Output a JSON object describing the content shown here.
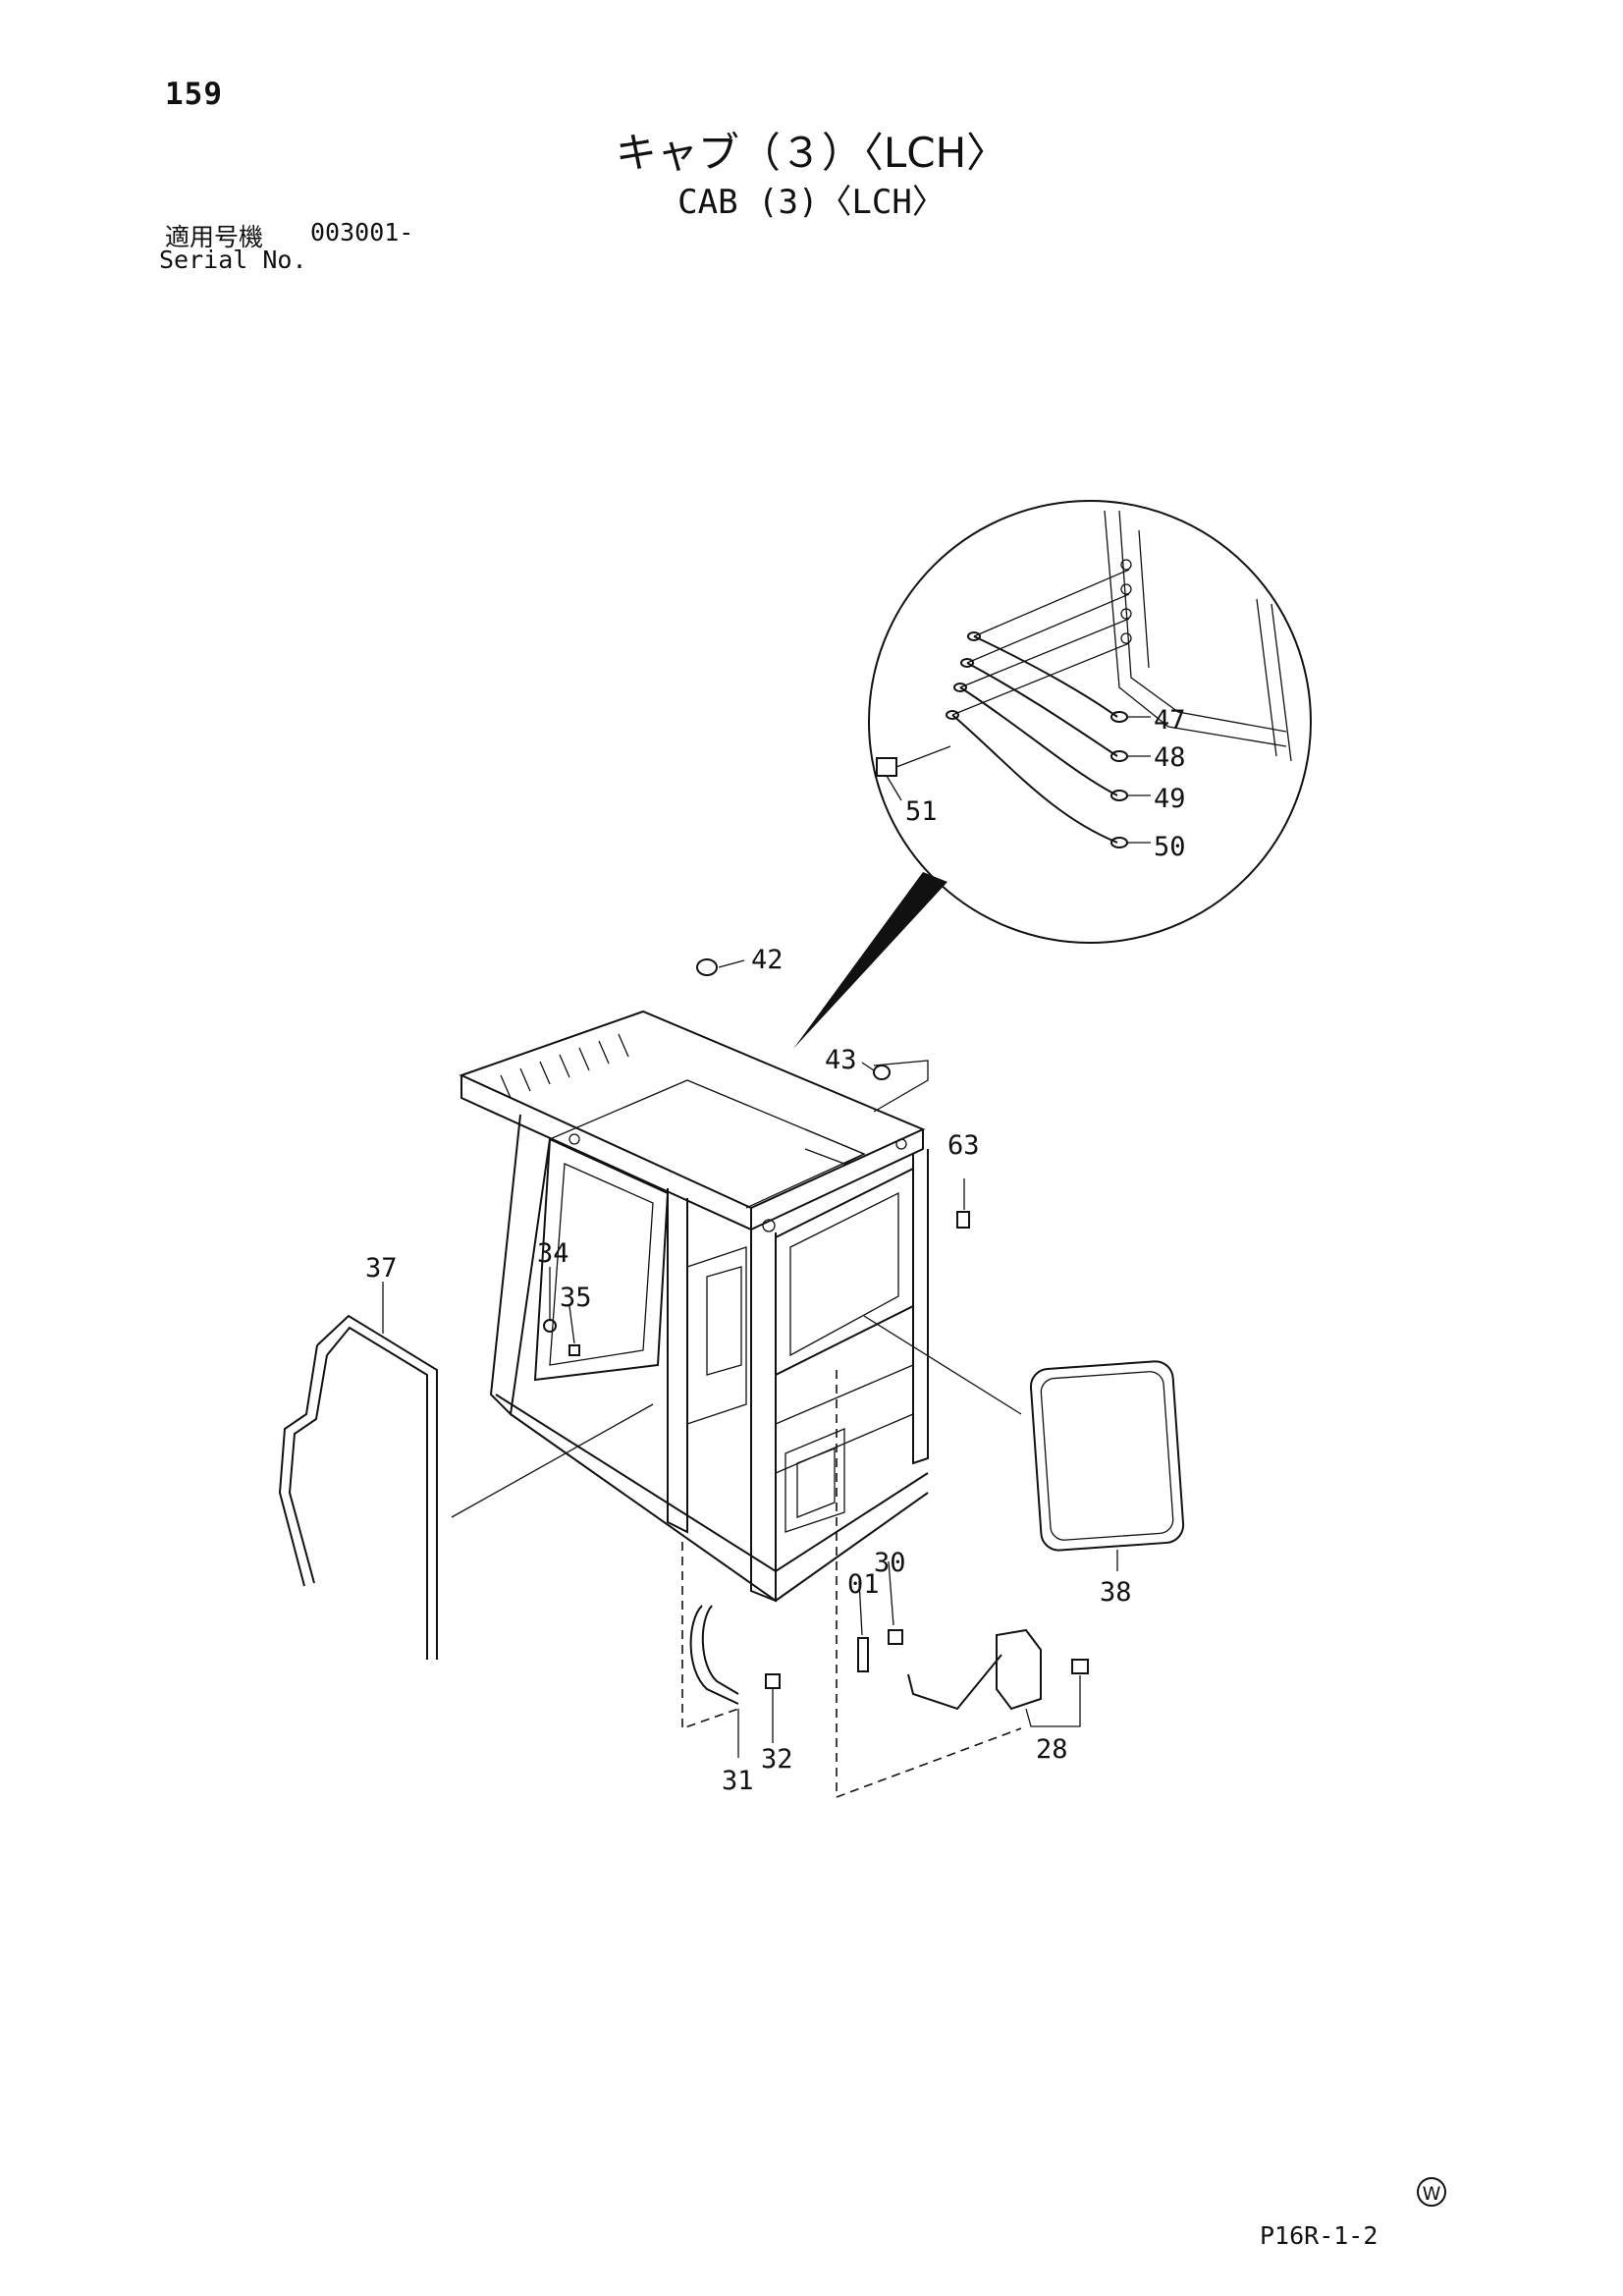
{
  "header": {
    "page_number": "159",
    "title_jp": "キャブ（３）〈LCH〉",
    "title_en": "CAB (3)〈LCH〉",
    "serial_label_jp": "適用号機",
    "serial_value": "003001-",
    "serial_label_en": "Serial No."
  },
  "callouts": [
    "42",
    "43",
    "63",
    "34",
    "35",
    "37",
    "47",
    "48",
    "49",
    "50",
    "51",
    "38",
    "01",
    "30",
    "31",
    "32",
    "28"
  ],
  "footer": {
    "mark": "W",
    "drawing_code": "P16R-1-2"
  }
}
